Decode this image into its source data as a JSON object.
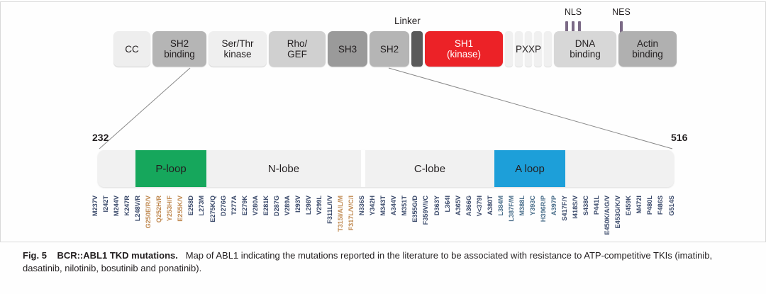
{
  "figure": {
    "number": "Fig. 5",
    "title": "BCR::ABL1 TKD mutations.",
    "caption": "Map of ABL1 indicating the mutations reported in the literature to be associated with resistance to ATP-competitive TKIs (imatinib, dasatinib, nilotinib, bosutinib and ponatinib)."
  },
  "protein_map": {
    "linker_label": "Linker",
    "nls_label": "NLS",
    "nes_label": "NES",
    "domains": [
      {
        "name": "CC",
        "line1": "CC",
        "line2": "",
        "color": "#eeeeee"
      },
      {
        "name": "SH2 binding",
        "line1": "SH2",
        "line2": "binding",
        "color": "#b5b5b5"
      },
      {
        "name": "Ser/Thr kinase",
        "line1": "Ser/Thr",
        "line2": "kinase",
        "color": "#efefef"
      },
      {
        "name": "Rho/GEF",
        "line1": "Rho/",
        "line2": "GEF",
        "color": "#d0d0d0"
      },
      {
        "name": "SH3",
        "line1": "SH3",
        "line2": "",
        "color": "#9a9a9a"
      },
      {
        "name": "SH2",
        "line1": "SH2",
        "line2": "",
        "color": "#b5b5b5"
      },
      {
        "name": "SH1 kinase",
        "line1": "SH1",
        "line2": "(kinase)",
        "color": "#ec2227"
      },
      {
        "name": "PXXP",
        "line1": "PXXP",
        "line2": "",
        "color": "#f0f0f0"
      },
      {
        "name": "DNA binding",
        "line1": "DNA",
        "line2": "binding",
        "color": "#d7d7d7"
      },
      {
        "name": "Actin binding",
        "line1": "Actin",
        "line2": "binding",
        "color": "#b0b0b0"
      }
    ]
  },
  "kinase_domain": {
    "range_start": "232",
    "range_end": "516",
    "segments": [
      {
        "label": "P-loop",
        "color": "#16a75c"
      },
      {
        "label": "N-lobe",
        "color": "#f1f1f1"
      },
      {
        "label": "C-lobe",
        "color": "#f1f1f1"
      },
      {
        "label": "A loop",
        "color": "#1d9fd9"
      }
    ],
    "colors": {
      "p_loop": "#16a75c",
      "a_loop": "#1d9fd9",
      "kinase_red": "#ec2227",
      "bar_grey": "#f1f1f1"
    }
  },
  "mutations": [
    {
      "label": "M237V",
      "color": "navy"
    },
    {
      "label": "I242T",
      "color": "navy"
    },
    {
      "label": "M244V",
      "color": "navy"
    },
    {
      "label": "K247R",
      "color": "navy"
    },
    {
      "label": "L248V/R",
      "color": "navy"
    },
    {
      "label": "G250E/R/V",
      "color": "orange"
    },
    {
      "label": "Q252H/R",
      "color": "orange"
    },
    {
      "label": "Y253H/F",
      "color": "orange"
    },
    {
      "label": "E255K/V",
      "color": "orange"
    },
    {
      "label": "E258D",
      "color": "navy"
    },
    {
      "label": "L273M",
      "color": "navy"
    },
    {
      "label": "E275K/Q",
      "color": "navy"
    },
    {
      "label": "D276G",
      "color": "navy"
    },
    {
      "label": "T277A",
      "color": "navy"
    },
    {
      "label": "E279K",
      "color": "navy"
    },
    {
      "label": "V280A",
      "color": "navy"
    },
    {
      "label": "E281K",
      "color": "navy"
    },
    {
      "label": "D287G",
      "color": "navy"
    },
    {
      "label": "V289A",
      "color": "navy"
    },
    {
      "label": "I293V",
      "color": "navy"
    },
    {
      "label": "L298V",
      "color": "navy"
    },
    {
      "label": "V299L",
      "color": "navy"
    },
    {
      "label": "F311L/I/V",
      "color": "navy"
    },
    {
      "label": "T315I/A/L/M",
      "color": "orange"
    },
    {
      "label": "F317L/V/C/I",
      "color": "orange"
    },
    {
      "label": "N336S",
      "color": "navy"
    },
    {
      "label": "Y342H",
      "color": "navy"
    },
    {
      "label": "M343T",
      "color": "navy"
    },
    {
      "label": "A344V",
      "color": "navy"
    },
    {
      "label": "M351T",
      "color": "navy"
    },
    {
      "label": "E355G/D",
      "color": "navy"
    },
    {
      "label": "F359V/I/C",
      "color": "navy"
    },
    {
      "label": "D363Y",
      "color": "navy"
    },
    {
      "label": "L364I",
      "color": "navy"
    },
    {
      "label": "A365V",
      "color": "navy"
    },
    {
      "label": "A366G",
      "color": "navy"
    },
    {
      "label": "V<379I",
      "color": "navy"
    },
    {
      "label": "A380T",
      "color": "navy"
    },
    {
      "label": "L384M",
      "color": "steel"
    },
    {
      "label": "L387F/M",
      "color": "steel"
    },
    {
      "label": "M388L",
      "color": "steel"
    },
    {
      "label": "Y393C",
      "color": "steel"
    },
    {
      "label": "H396R/P",
      "color": "steel"
    },
    {
      "label": "A397P",
      "color": "steel"
    },
    {
      "label": "S417F/Y",
      "color": "navy"
    },
    {
      "label": "I418S/V",
      "color": "navy"
    },
    {
      "label": "S438C",
      "color": "navy"
    },
    {
      "label": "P441L",
      "color": "navy"
    },
    {
      "label": "E450K/A/G/V",
      "color": "navy"
    },
    {
      "label": "E453G/K/V",
      "color": "navy"
    },
    {
      "label": "E459K",
      "color": "navy"
    },
    {
      "label": "M472I",
      "color": "navy"
    },
    {
      "label": "P480L",
      "color": "navy"
    },
    {
      "label": "F486S",
      "color": "navy"
    },
    {
      "label": "G514S",
      "color": "navy"
    }
  ]
}
